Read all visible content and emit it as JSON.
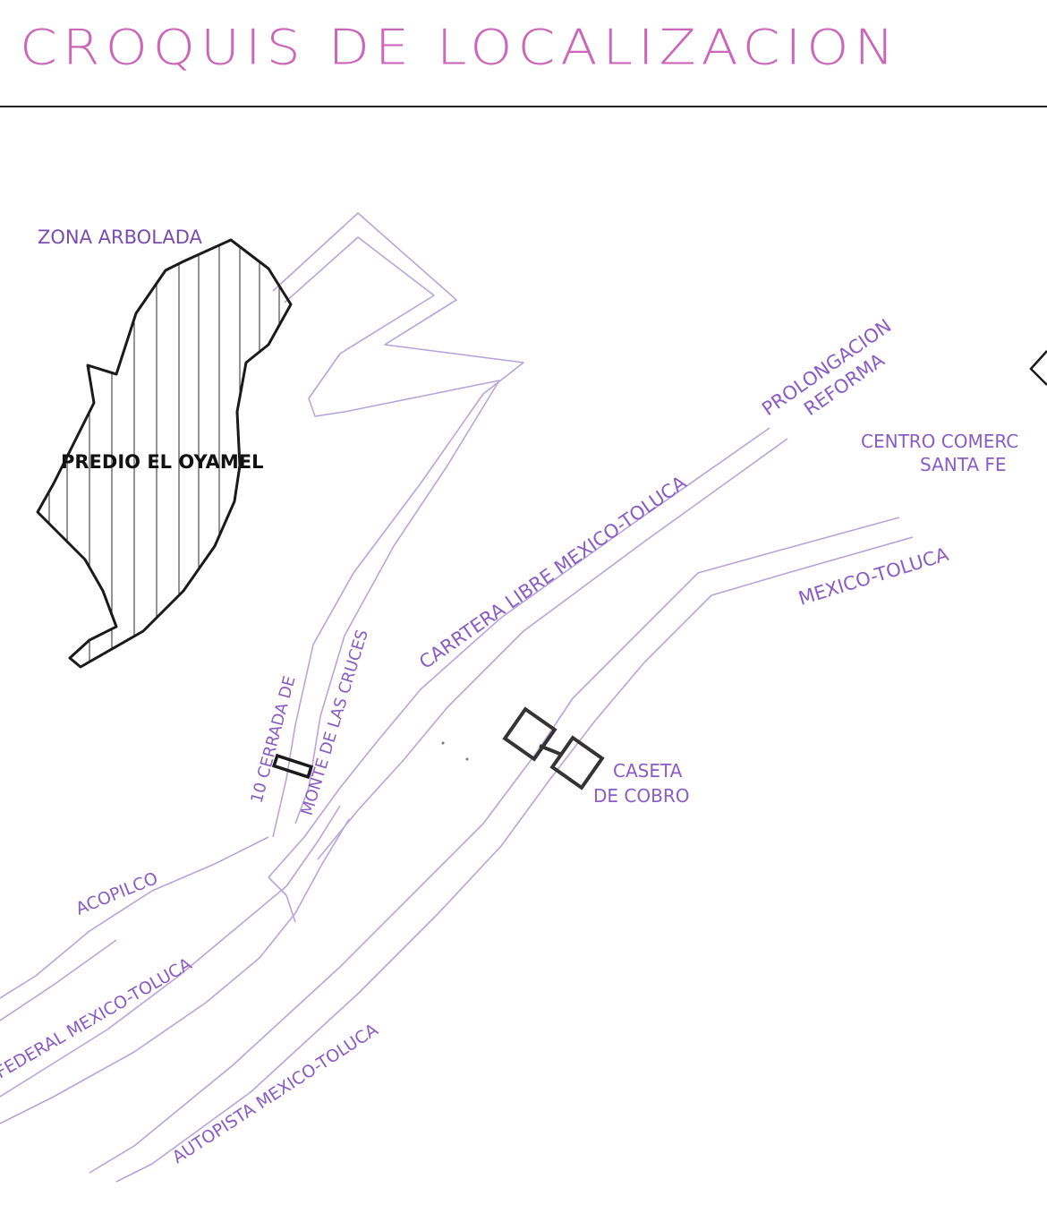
{
  "title": "CROQUIS DE LOCALIZACION",
  "colors": {
    "title": "#cc66bb",
    "road": "#b8a4dc",
    "label": "#8a5cc4",
    "parcel": "#1a1a1a"
  },
  "labels": {
    "zona_arbolada": "ZONA ARBOLADA",
    "predio": "PREDIO EL OYAMEL",
    "prolongacion": "PROLONGACION",
    "reforma": "REFORMA",
    "centro_1": "CENTRO COMERC",
    "centro_2": "SANTA FE",
    "carretera_libre": "CARRTERA LIBRE MEXICO-TOLUCA",
    "mexico_toluca": "MEXICO-TOLUCA",
    "cerrada": "10 CERRADA DE",
    "monte": "MONTE DE LAS CRUCES",
    "caseta_1": "CASETA",
    "caseta_2": "DE COBRO",
    "acopilco": "ACOPILCO",
    "federal": "FEDERAL MEXICO-TOLUCA",
    "autopista": "AUTOPISTA MEXICO-TOLUCA"
  }
}
